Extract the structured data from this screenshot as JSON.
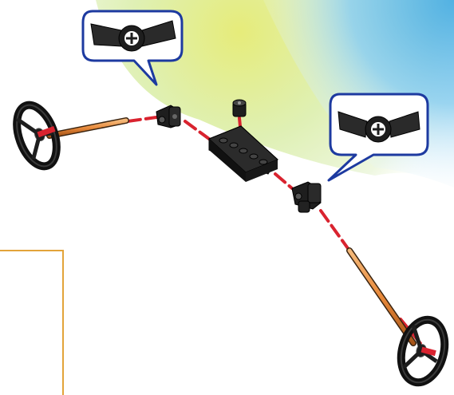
{
  "page": {
    "kind": "assembly-instruction-step",
    "parts": [
      {
        "name": "wheel-left",
        "icon": "wheel-icon"
      },
      {
        "name": "axle-rod-left",
        "icon": "rod-icon"
      },
      {
        "name": "connector-left",
        "icon": "connector-icon"
      },
      {
        "name": "bushing-piece",
        "icon": "bushing-icon"
      },
      {
        "name": "five-hole-beam",
        "icon": "beam-icon"
      },
      {
        "name": "connector-right",
        "icon": "connector-icon"
      },
      {
        "name": "axle-rod-right",
        "icon": "rod-icon"
      },
      {
        "name": "wheel-right",
        "icon": "wheel-icon"
      }
    ],
    "detail_callouts": [
      {
        "name": "bent-arm-detail-left",
        "icon": "bent-arm-icon"
      },
      {
        "name": "bent-arm-detail-right",
        "icon": "bent-arm-icon"
      }
    ]
  },
  "colors": {
    "guide_line": "#d9232f",
    "rod": "#e8893a",
    "part_black": "#1e1e1e",
    "callout_border": "#1d3aa0",
    "frame": "#e3a43a"
  }
}
